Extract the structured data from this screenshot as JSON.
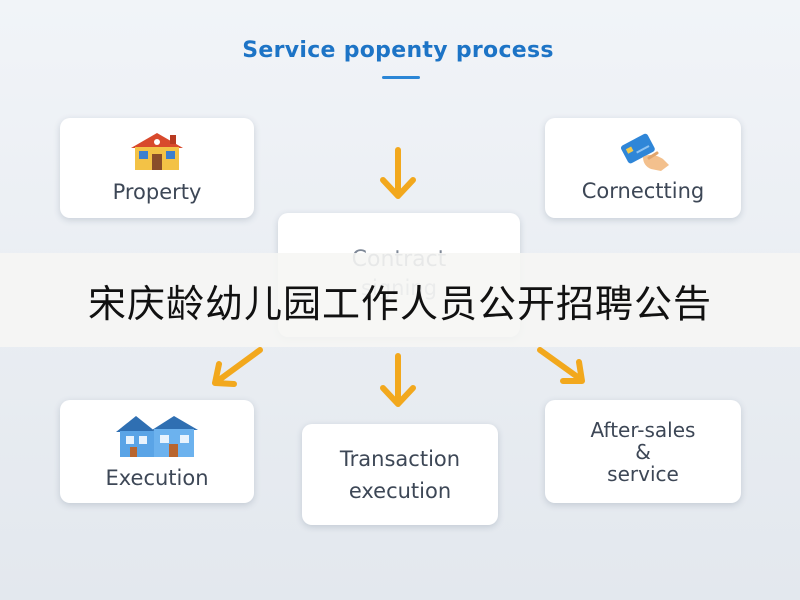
{
  "title": "Service popenty process",
  "colors": {
    "title": "#1d74c6",
    "arrow": "#f2a81d",
    "card": "#ffffff",
    "background": "#eceff3"
  },
  "nodes": {
    "property": {
      "label": "Property",
      "icon": "house-icon"
    },
    "connecting": {
      "label": "Cornectting",
      "icon": "card-hand-icon"
    },
    "contract": {
      "label": "Contract",
      "sublabel": "signing"
    },
    "execution": {
      "label": "Execution",
      "icon": "house-icon"
    },
    "transaction": {
      "label_line1": "Transaction",
      "label_line2": "execution"
    },
    "aftersales": {
      "label_line1": "After-sales",
      "label_line2": "&",
      "label_line3": "service"
    }
  },
  "banner": {
    "text": "宋庆龄幼儿园工作人员公开招聘公告"
  }
}
